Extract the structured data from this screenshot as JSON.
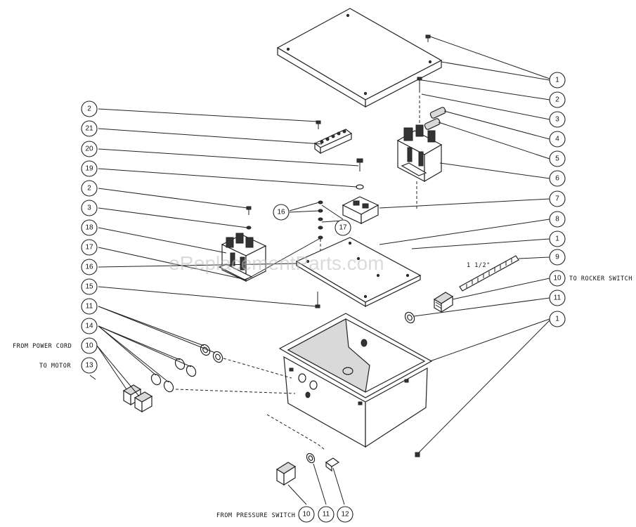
{
  "watermark": "eReplacementParts.com",
  "dimension_note": "1 1/2\"",
  "callouts": {
    "right_column": [
      "1",
      "2",
      "3",
      "4",
      "5",
      "6",
      "7",
      "8",
      "1",
      "9",
      "10",
      "11",
      "1"
    ],
    "left_column": [
      "2",
      "21",
      "20",
      "19",
      "2",
      "3",
      "18",
      "17",
      "16",
      "15",
      "11",
      "14",
      "10",
      "13"
    ],
    "center": [
      "16",
      "17"
    ],
    "bottom": [
      "10",
      "11",
      "12"
    ]
  },
  "notes": {
    "to_rocker_switch": "TO ROCKER SWITCH",
    "from_power_cord": "FROM POWER CORD",
    "to_motor": "TO MOTOR",
    "from_pressure_switch": "FROM PRESSURE SWITCH"
  }
}
